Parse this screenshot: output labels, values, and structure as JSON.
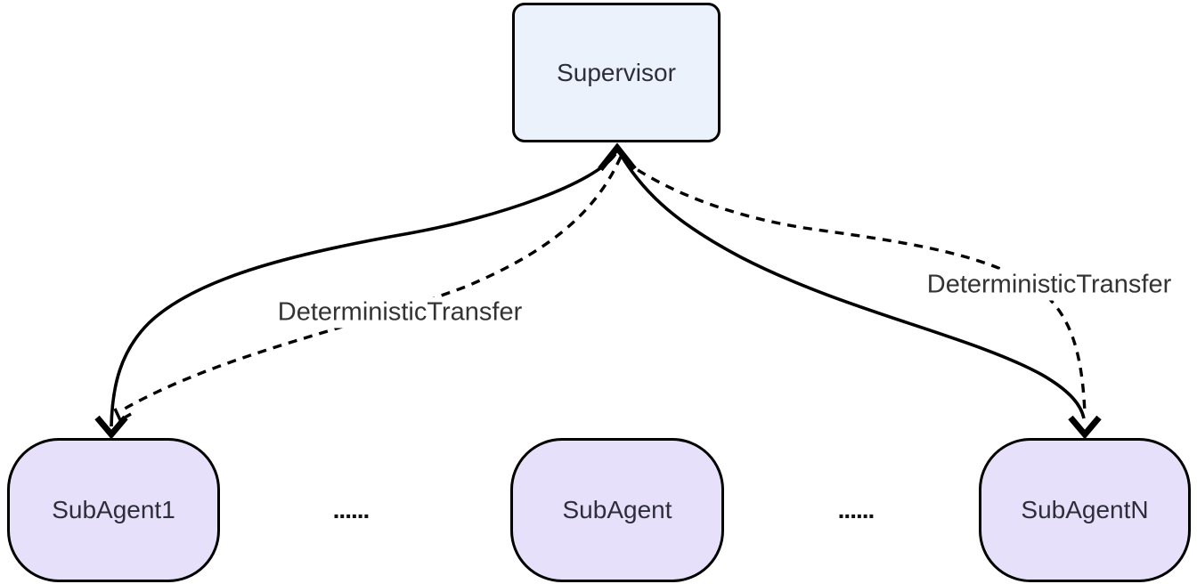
{
  "diagram_type": "flowchart",
  "nodes": {
    "supervisor": {
      "label": "Supervisor"
    },
    "subagent1": {
      "label": "SubAgent1"
    },
    "subagent": {
      "label": "SubAgent"
    },
    "subagentN": {
      "label": "SubAgentN"
    }
  },
  "ellipsis": {
    "left": "......",
    "right": "......"
  },
  "edge_labels": {
    "left": "DeterministicTransfer",
    "right": "DeterministicTransfer"
  },
  "edges": [
    {
      "from": "SubAgent1",
      "to": "Supervisor",
      "line": "solid",
      "arrow_at": [
        "Supervisor",
        "SubAgent1"
      ]
    },
    {
      "from": "Supervisor",
      "to": "SubAgentN",
      "line": "solid",
      "arrow_at": [
        "SubAgentN"
      ]
    },
    {
      "from": "Supervisor",
      "to": "SubAgent1",
      "line": "dashed",
      "label": "DeterministicTransfer",
      "arrow_at": [
        "SubAgent1"
      ]
    },
    {
      "from": "Supervisor",
      "to": "SubAgentN",
      "line": "dashed",
      "label": "DeterministicTransfer",
      "arrow_at": [
        "SubAgentN"
      ]
    }
  ],
  "colors": {
    "background": "#FFFFFF",
    "line": "#000000",
    "node_border": "#000000",
    "supervisor_fill": "#ECF2FB",
    "subagent_fill": "#E7E0FB",
    "node_text": "#2E2E3A",
    "label_text": "#333333"
  }
}
